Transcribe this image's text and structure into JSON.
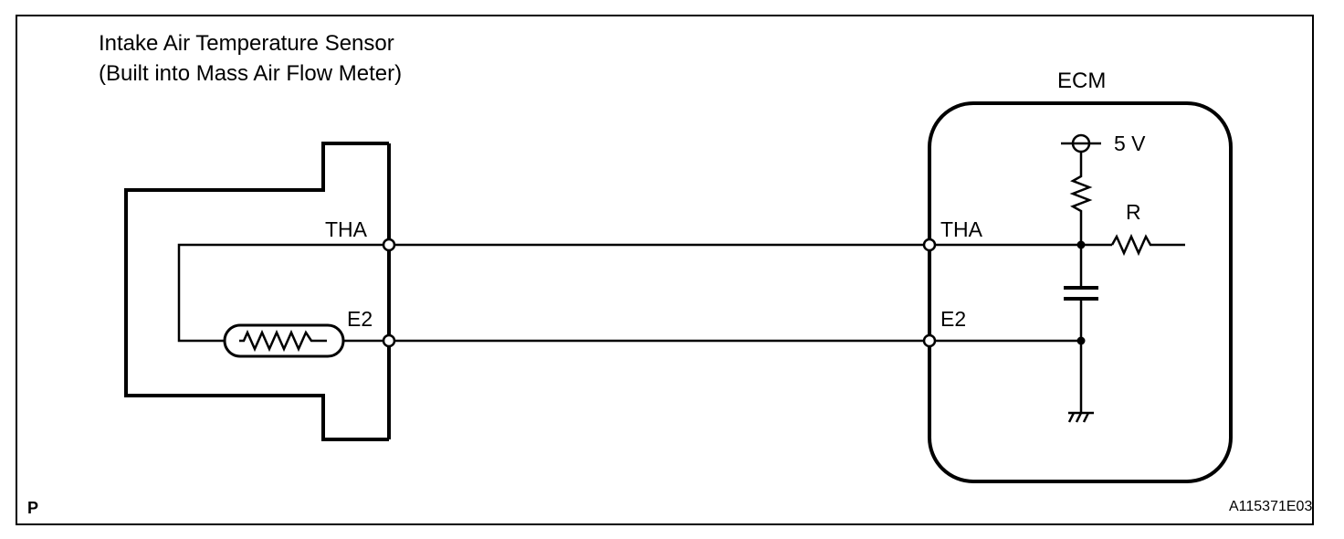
{
  "title_line1": "Intake Air Temperature Sensor",
  "title_line2": "(Built into Mass Air Flow Meter)",
  "ecm_label": "ECM",
  "voltage_label": "5 V",
  "resistor_label": "R",
  "sensor_terminals": {
    "tha": "THA",
    "e2": "E2"
  },
  "ecm_terminals": {
    "tha": "THA",
    "e2": "E2"
  },
  "corner_label": "P",
  "figure_code": "A115371E03"
}
